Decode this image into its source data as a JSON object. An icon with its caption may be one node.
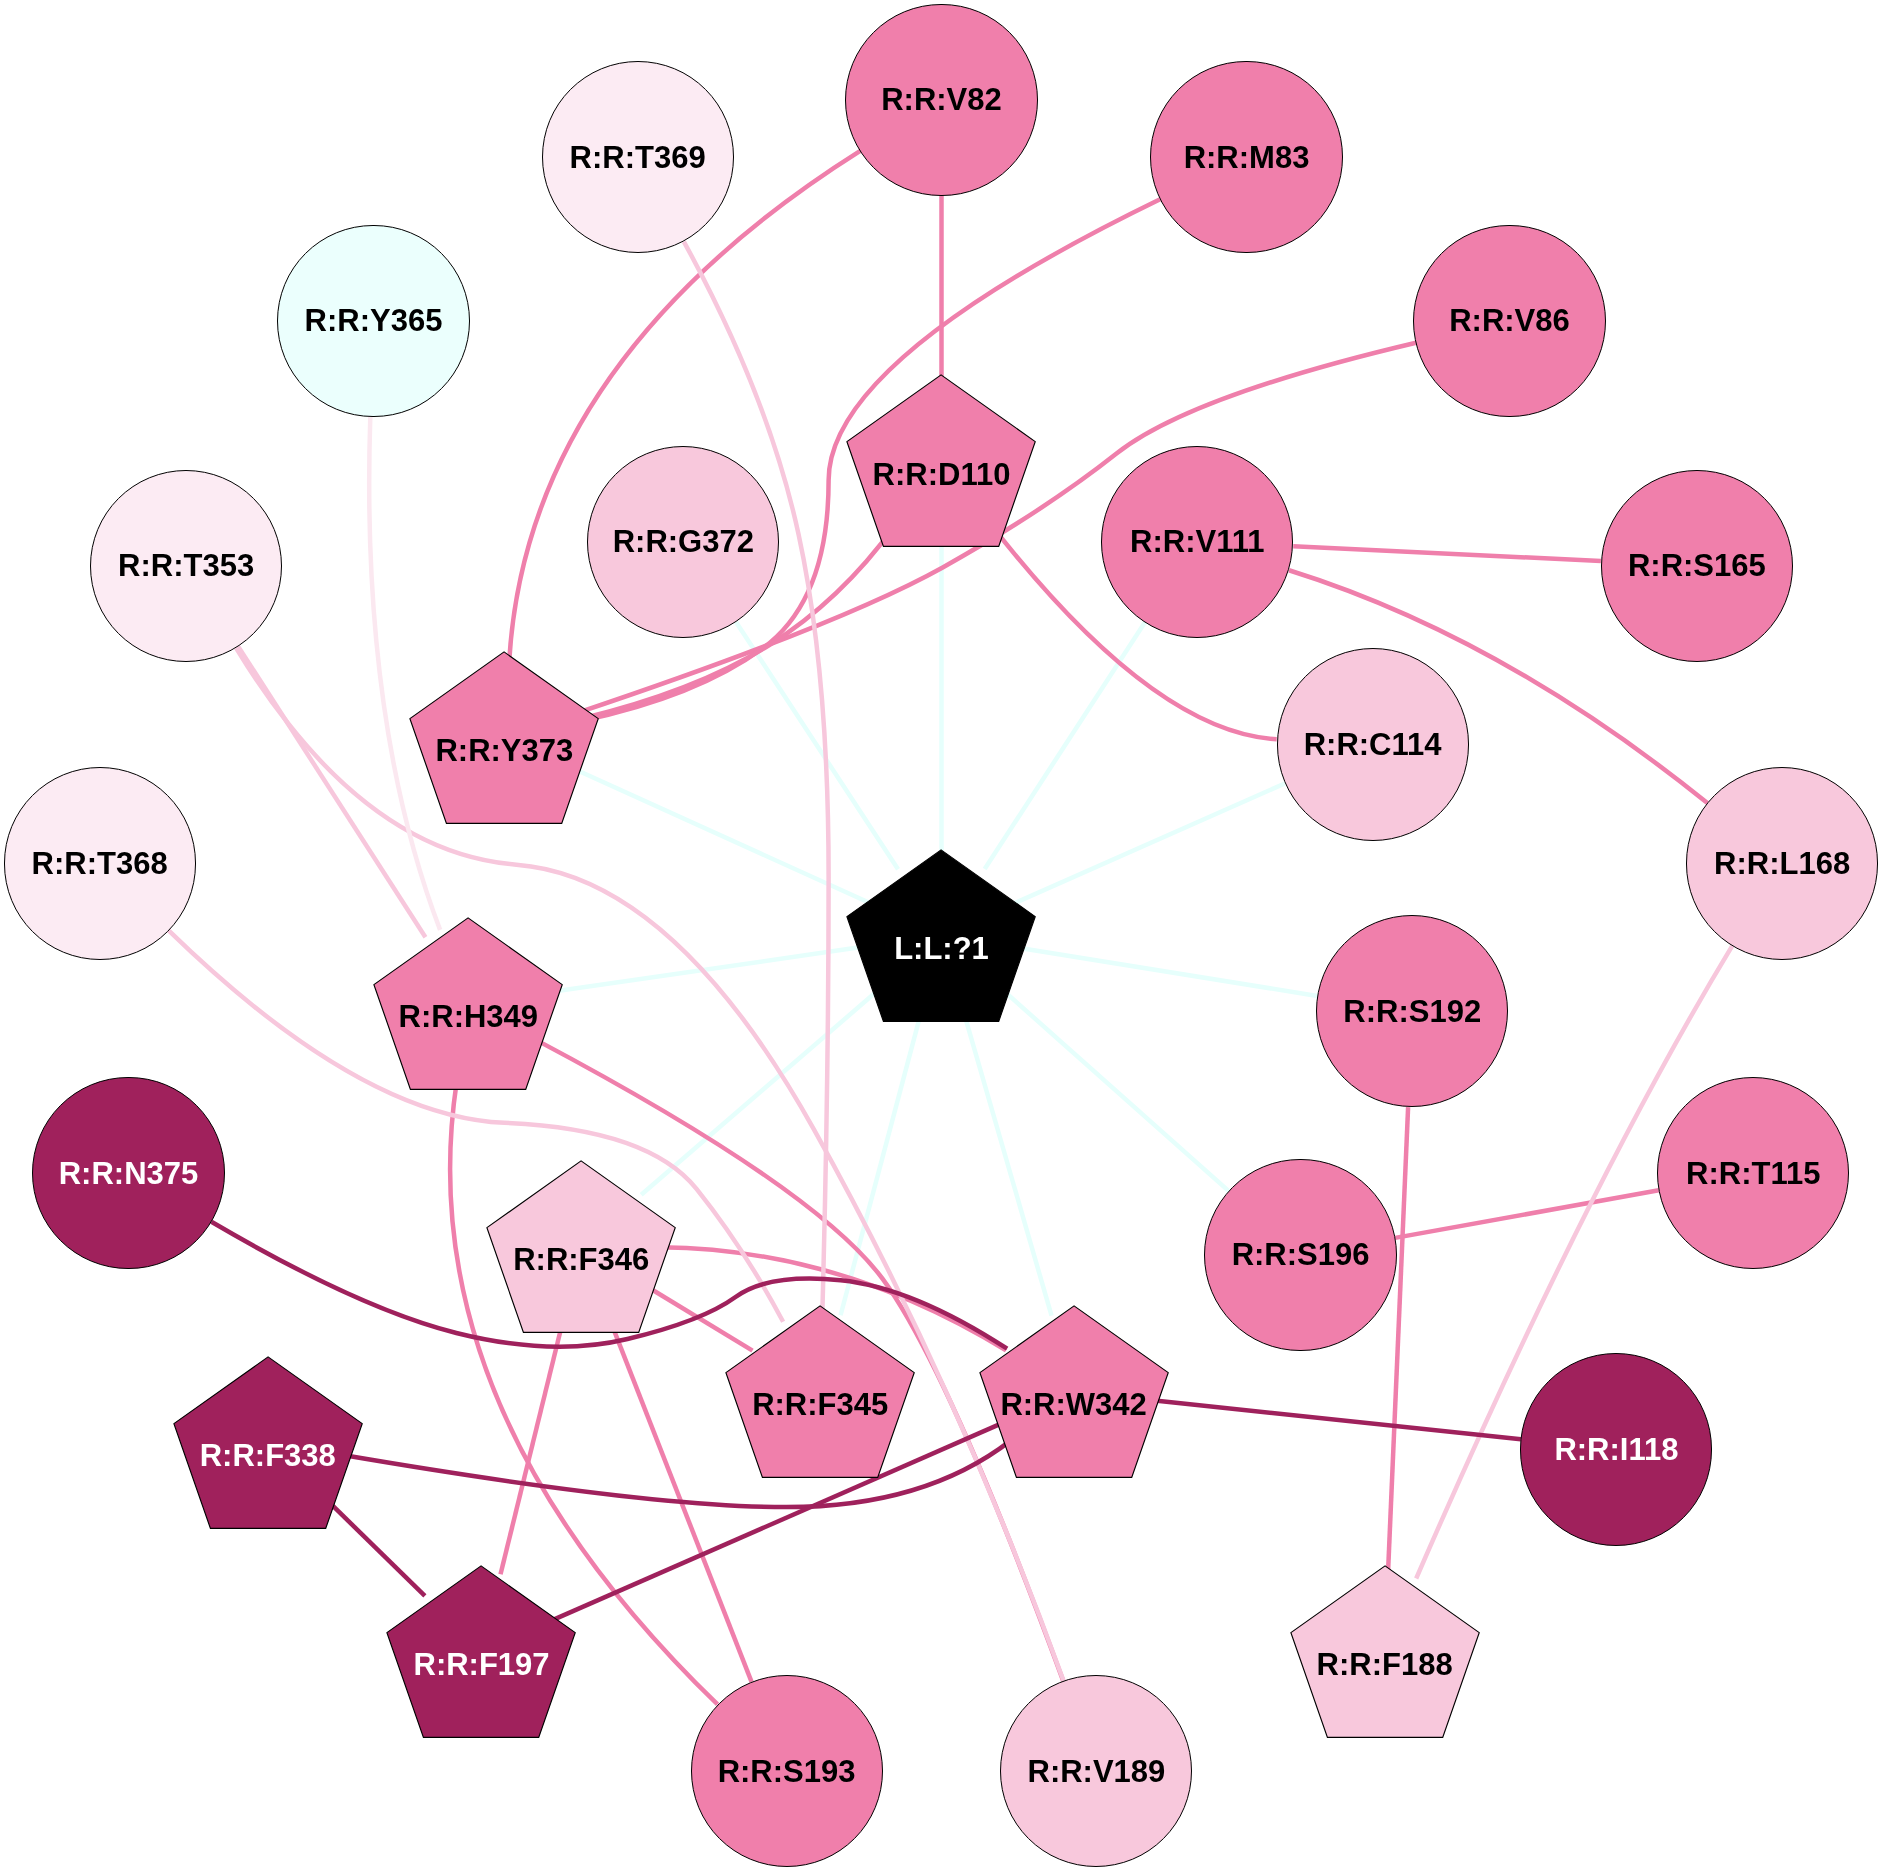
{
  "diagram": {
    "nodes": [
      {
        "text": [
          "R:R:V82"
        ]
      },
      {
        "text": [
          "R:R:M83"
        ]
      },
      {
        "text": [
          "R:R:T369"
        ]
      },
      {
        "text": [
          "R:R:Y365"
        ]
      },
      {
        "text": [
          "R:R:V86"
        ]
      },
      {
        "text": [
          "R:R:D110"
        ]
      },
      {
        "text": [
          "R:R:G372"
        ]
      },
      {
        "text": [
          "R:R:V111"
        ]
      },
      {
        "text": [
          "R:R:S165"
        ]
      },
      {
        "text": [
          "R:R:T353"
        ]
      },
      {
        "text": [
          "R:R:Y373"
        ]
      },
      {
        "text": [
          "R:R:C114"
        ]
      },
      {
        "text": [
          "R:R:L168"
        ]
      },
      {
        "text": [
          "R:R:T368"
        ]
      },
      {
        "text": [
          "L:L:?1"
        ]
      },
      {
        "text": [
          "R:R:H349"
        ]
      },
      {
        "text": [
          "R:R:S192"
        ]
      },
      {
        "text": [
          "R:R:N375"
        ]
      },
      {
        "text": [
          "R:R:T115"
        ]
      },
      {
        "text": [
          "R:R:F346"
        ]
      },
      {
        "text": [
          "R:R:S196"
        ]
      },
      {
        "text": [
          "R:R:F345"
        ]
      },
      {
        "text": [
          "R:R:W342"
        ]
      },
      {
        "text": [
          "R:R:F338"
        ]
      },
      {
        "text": [
          "R:R:I118"
        ]
      },
      {
        "text": [
          "R:R:F197"
        ]
      },
      {
        "text": [
          "R:R:F188"
        ]
      },
      {
        "text": [
          "R:R:S193"
        ]
      },
      {
        "text": [
          "R:R:V189"
        ]
      }
    ],
    "edges": [
      {
        "from": 14,
        "to": 10,
        "arrow": "none",
        "color": "#e6fffc"
      },
      {
        "from": 14,
        "to": 6,
        "arrow": "none",
        "color": "#e6fffc"
      },
      {
        "from": 14,
        "to": 5,
        "arrow": "none",
        "color": "#e6fffc"
      },
      {
        "from": 14,
        "to": 7,
        "arrow": "none",
        "color": "#e6fffc"
      },
      {
        "from": 14,
        "to": 11,
        "arrow": "none",
        "color": "#e6fffc"
      },
      {
        "from": 14,
        "to": 15,
        "arrow": "none",
        "color": "#e6fffc"
      },
      {
        "from": 14,
        "to": 16,
        "arrow": "none",
        "color": "#e6fffc"
      },
      {
        "from": 14,
        "to": 20,
        "arrow": "none",
        "color": "#e6fffc"
      },
      {
        "from": 14,
        "to": 19,
        "arrow": "none",
        "color": "#e6fffc"
      },
      {
        "from": 14,
        "to": 21,
        "arrow": "none",
        "color": "#e6fffc"
      },
      {
        "from": 14,
        "to": 22,
        "arrow": "none",
        "color": "#e6fffc"
      },
      {
        "from": 0,
        "to": 5,
        "arrow": "none"
      },
      {
        "from": 0,
        "to": 10,
        "arrow": "none"
      },
      {
        "from": 1,
        "to": 10,
        "arrow": "none"
      },
      {
        "from": 4,
        "to": 10,
        "arrow": "none"
      },
      {
        "from": 5,
        "to": 10,
        "arrow": "none"
      },
      {
        "from": 5,
        "to": 11,
        "arrow": "none"
      },
      {
        "from": 7,
        "to": 8,
        "arrow": "none"
      },
      {
        "from": 7,
        "to": 12,
        "arrow": "none"
      },
      {
        "from": 15,
        "to": 28,
        "arrow": "none"
      },
      {
        "from": 15,
        "to": 27,
        "arrow": "none"
      },
      {
        "from": 19,
        "to": 22,
        "arrow": "none"
      },
      {
        "from": 19,
        "to": 21,
        "arrow": "none"
      },
      {
        "from": 19,
        "to": 27,
        "arrow": "none"
      },
      {
        "from": 19,
        "to": 25,
        "arrow": "none"
      },
      {
        "from": 16,
        "to": 26,
        "arrow": "none"
      },
      {
        "from": 18,
        "to": 20,
        "arrow": "none"
      },
      {
        "from": 2,
        "to": 21,
        "arrow": "none",
        "color": "#f7c7dc"
      },
      {
        "from": 9,
        "to": 15,
        "arrow": "none",
        "color": "#f7c7dc"
      },
      {
        "from": 9,
        "to": 28,
        "arrow": "none",
        "color": "#f7c7dc"
      },
      {
        "from": 13,
        "to": 21,
        "arrow": "none",
        "color": "#f7c7dc"
      },
      {
        "from": 12,
        "to": 26,
        "arrow": "none",
        "color": "#f7c7dc"
      },
      {
        "from": 3,
        "to": 15,
        "arrow": "none",
        "color": "#fbe8f0"
      },
      {
        "from": 17,
        "to": 22,
        "arrow": "none",
        "color": "#9f215c"
      },
      {
        "from": 23,
        "to": 22,
        "arrow": "none",
        "color": "#9f215c"
      },
      {
        "from": 23,
        "to": 25,
        "arrow": "none",
        "color": "#9f215c"
      },
      {
        "from": 25,
        "to": 22,
        "arrow": "none",
        "color": "#9f215c"
      },
      {
        "from": 22,
        "to": 24,
        "arrow": "none",
        "color": "#9f215c"
      }
    ]
  }
}
